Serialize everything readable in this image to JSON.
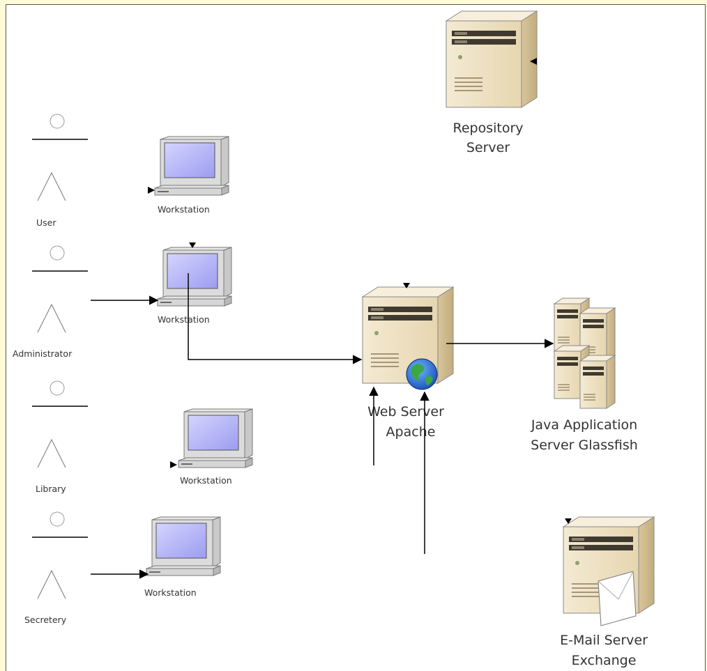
{
  "actors": [
    {
      "id": "user",
      "label": "User"
    },
    {
      "id": "administrator",
      "label": "Administrator"
    },
    {
      "id": "library",
      "label": "Library"
    },
    {
      "id": "secretary",
      "label": "Secretery"
    }
  ],
  "workstations": [
    {
      "id": "ws1",
      "label": "Workstation"
    },
    {
      "id": "ws2",
      "label": "Workstation"
    },
    {
      "id": "ws3",
      "label": "Workstation"
    },
    {
      "id": "ws4",
      "label": "Workstation"
    }
  ],
  "servers": {
    "repository": {
      "line1": "Repository",
      "line2": "Server"
    },
    "web": {
      "line1": "Web Server",
      "line2": "Apache"
    },
    "java": {
      "line1": "Java Application",
      "line2": "Server Glassfish"
    },
    "mail": {
      "line1": "E-Mail Server",
      "line2": "Exchange"
    }
  },
  "colors": {
    "page_background": "#fffbd6",
    "server_body": "#efe3c8",
    "monitor_screen": "#b8b8f8",
    "lines": "#000000"
  }
}
